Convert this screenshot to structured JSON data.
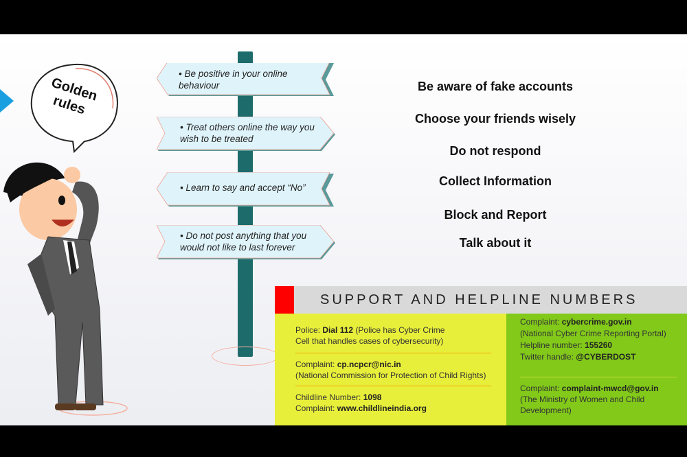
{
  "bubble": {
    "line1": "Golden",
    "line2": "rules"
  },
  "signs": [
    {
      "text": "• Be positive in your online behaviour",
      "direction": "left"
    },
    {
      "text": "• Treat others online the way you wish to be treated",
      "direction": "right"
    },
    {
      "text": "• Learn to say and accept “No”",
      "direction": "left"
    },
    {
      "text": "• Do not post anything that you would not like to last forever",
      "direction": "right"
    }
  ],
  "rules": [
    "Be aware of fake accounts",
    "Choose your friends wisely",
    "Do not respond",
    "Collect Information",
    "Block and Report",
    "Talk about it"
  ],
  "helpline": {
    "title": "SUPPORT AND HELPLINE NUMBERS",
    "police": {
      "label": "Police: ",
      "value": "Dial 112",
      "note": " (Police has Cyber Crime Cell that handles cases of cybersecurity)"
    },
    "ncpcr": {
      "label": "Complaint: ",
      "value": "cp.ncpcr@nic.in",
      "note": "(National Commission for Protection of Child Rights)"
    },
    "childline": {
      "label": "Childline Number: ",
      "value": "1098",
      "label2": "Complaint: ",
      "value2": "www.childlineindia.org"
    },
    "cyber": {
      "label": "Complaint: ",
      "value": "cybercrime.gov.in",
      "note": "(National Cyber Crime Reporting Portal)",
      "label2": "Helpline number: ",
      "value2": "155260",
      "label3": "Twitter handle: ",
      "value3": "@CYBERDOST"
    },
    "mwcd": {
      "label": "Complaint: ",
      "value": "complaint-mwcd@gov.in",
      "note": "(The Ministry of Women and Child Development)"
    }
  },
  "colors": {
    "left_panel": "#e8ef3a",
    "right_panel": "#82c91a",
    "accent_red": "#ff0000",
    "arrow": "#1aa0e0",
    "pole": "#1d6b6b",
    "sign": "#dff3fa"
  }
}
